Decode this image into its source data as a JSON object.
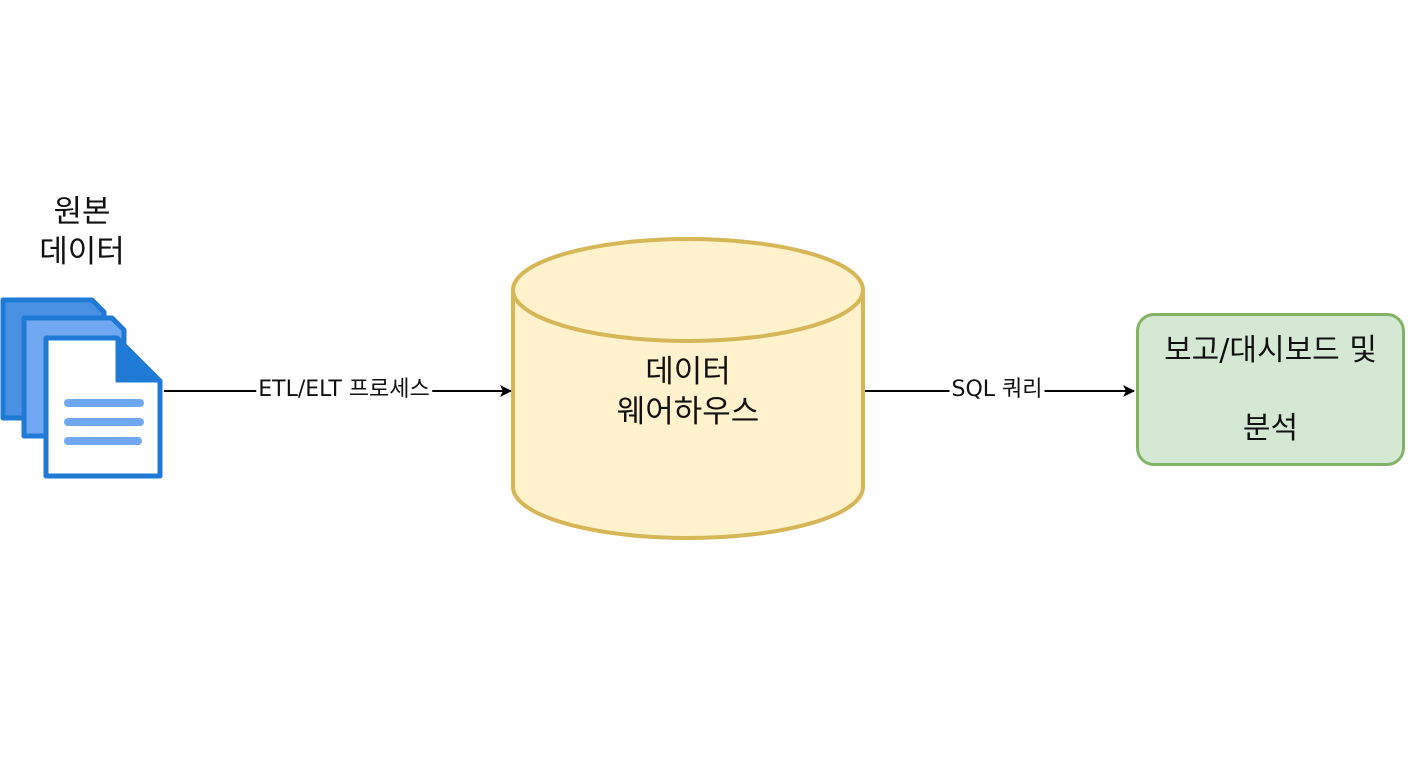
{
  "nodes": {
    "source": {
      "title_line1": "원본",
      "title_line2": "데이터"
    },
    "warehouse": {
      "label_line1": "데이터",
      "label_line2": "웨어하우스"
    },
    "report": {
      "label_line1": "보고/대시보드 및",
      "label_line2": "분석"
    }
  },
  "edges": {
    "etl": {
      "label": "ETL/ELT 프로세스"
    },
    "sql": {
      "label": "SQL 쿼리"
    }
  },
  "icons": {
    "source": "document-stack-icon"
  },
  "colors": {
    "document_blue": "#1f7ad6",
    "document_light": "#6fa8f0",
    "warehouse_fill": "#fff2cc",
    "warehouse_stroke": "#d6b656",
    "report_fill": "#d5e8d4",
    "report_stroke": "#82b366",
    "connector": "#000000"
  }
}
